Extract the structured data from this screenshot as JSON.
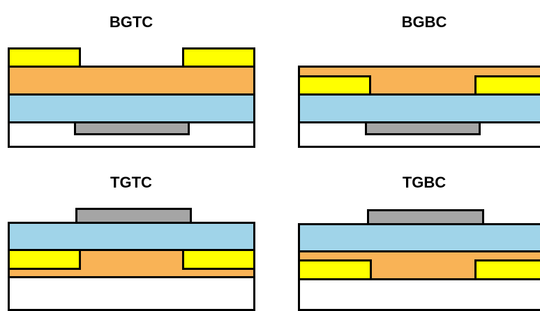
{
  "titles": {
    "bgtc": "BGTC",
    "bgbc": "BGBC",
    "tgtc": "TGTC",
    "tgbc": "TGBC"
  },
  "colors": {
    "semiconductor": "#f9b356",
    "dielectric": "#a0d4e9",
    "gate": "#a5a5a5",
    "electrode": "#ffff00",
    "substrate": "#ffffff",
    "outline": "#000000"
  }
}
